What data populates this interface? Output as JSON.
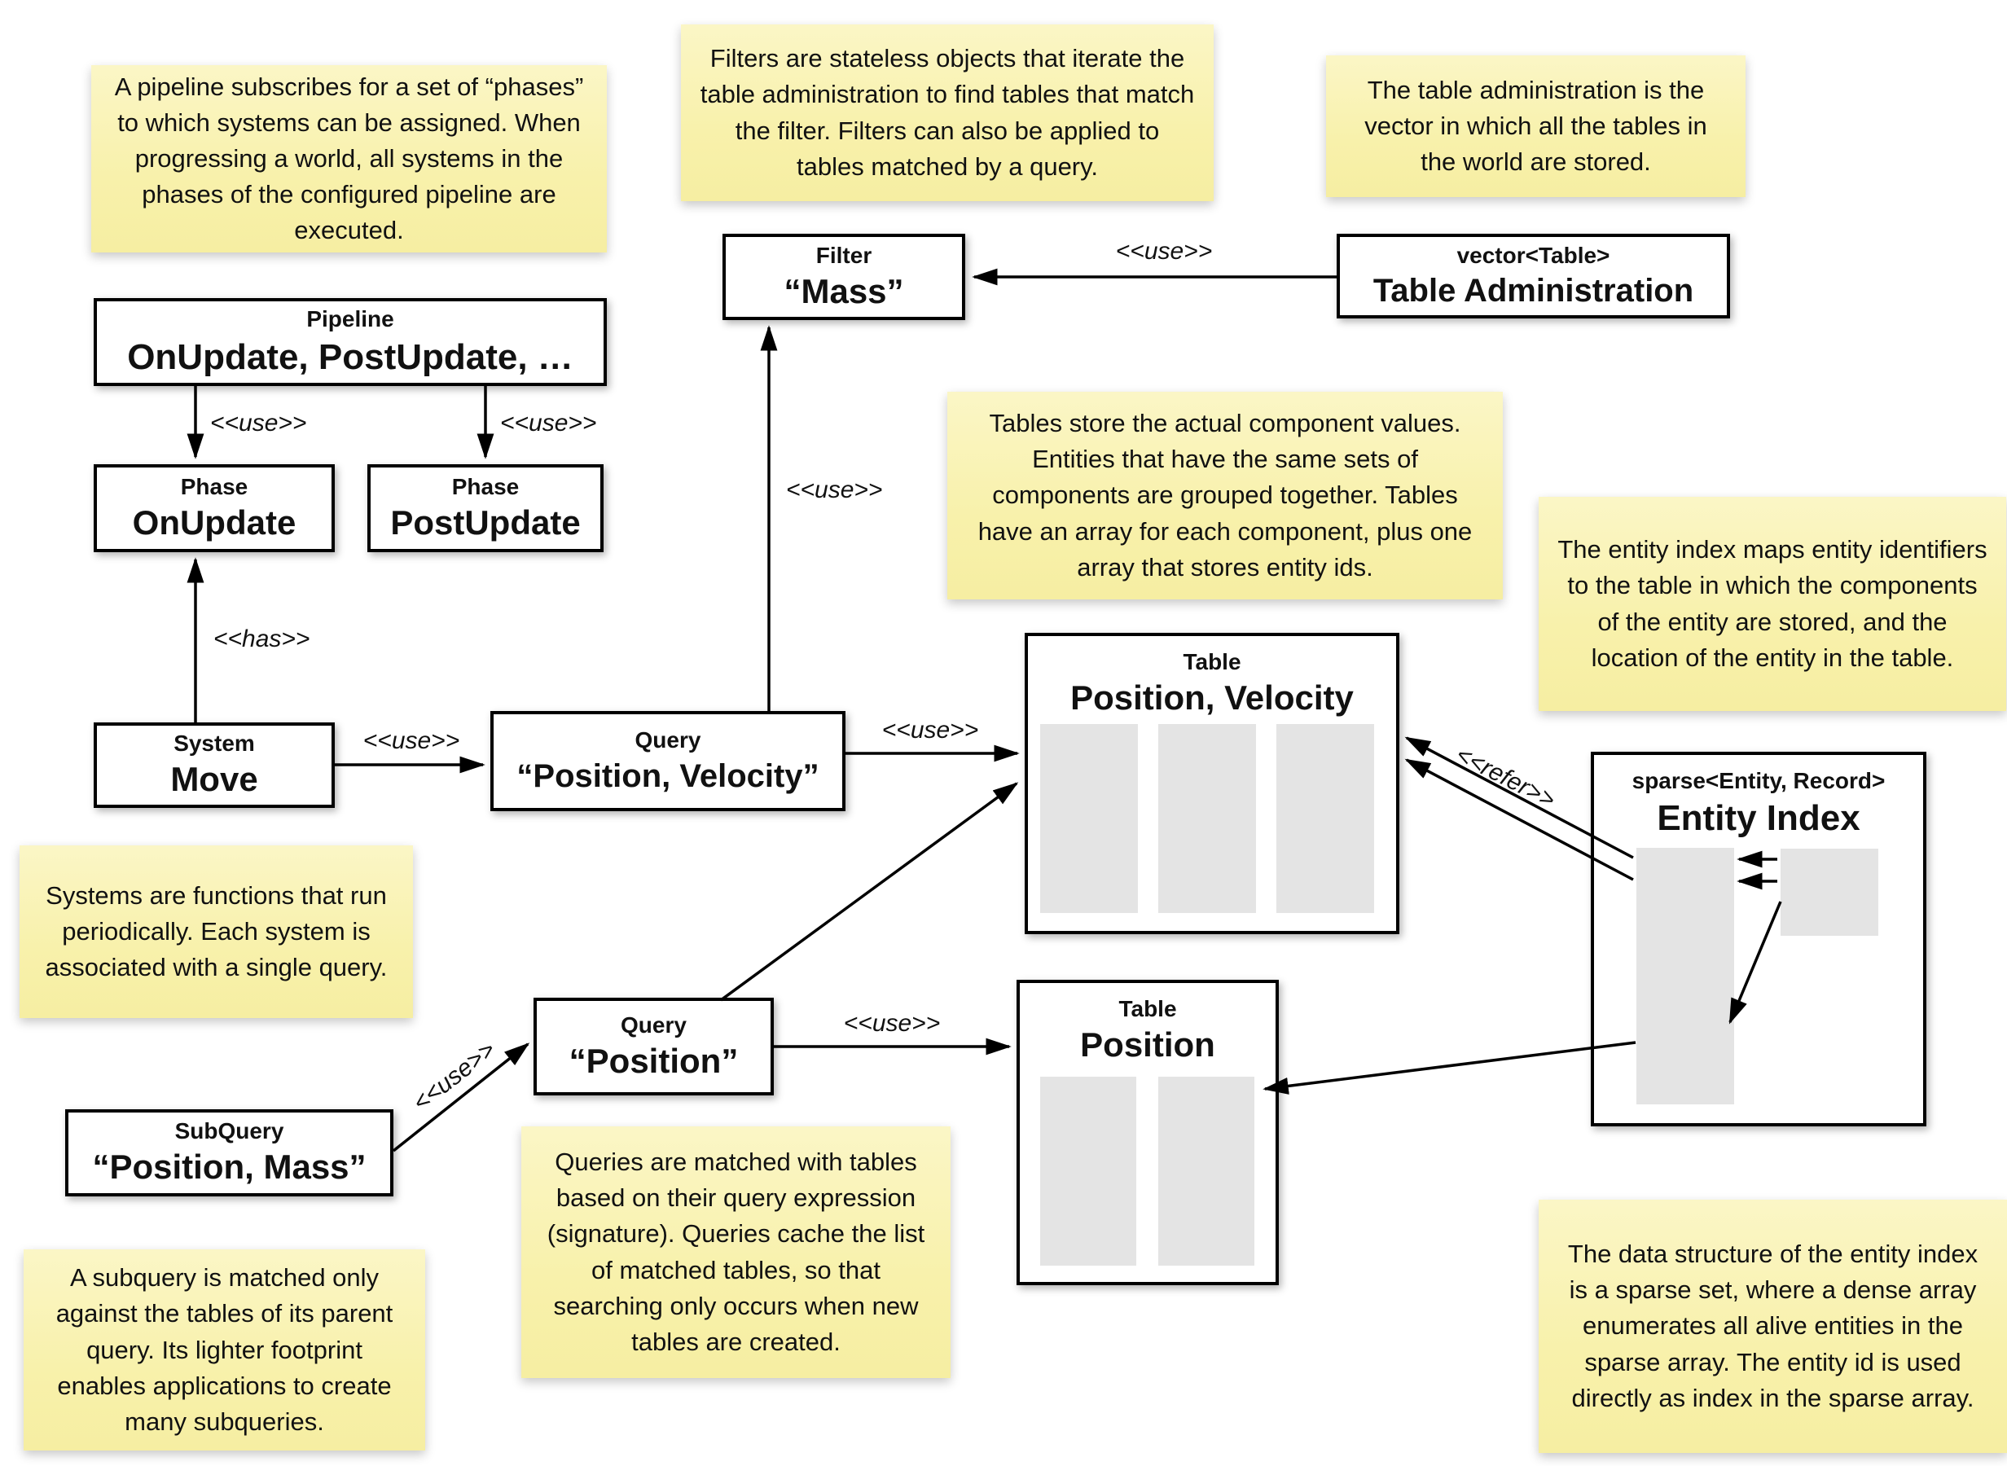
{
  "notes": {
    "pipeline": "A pipeline subscribes for a set of “phases” to which systems can be assigned. When progressing a world, all systems in the phases of the configured pipeline are executed.",
    "filters": "Filters are stateless objects that iterate the table administration to find tables that match the filter. Filters can also be applied to tables matched by a query.",
    "table_admin": "The table administration is the vector in which all the tables in the world are stored.",
    "tables": "Tables store the actual component values. Entities that have the same sets of components are grouped together. Tables have an array for each component, plus one array that stores entity ids.",
    "entity_index": "The entity index maps entity identifiers to the table in which the components of the entity are stored, and the location of the entity in the table.",
    "systems": "Systems are functions that run periodically. Each system is associated with a single query.",
    "queries": "Queries are matched with tables based on their query expression (signature). Queries cache the list of matched tables, so that searching only occurs when new tables are created.",
    "subquery": "A subquery is matched only against the tables of its parent query. Its lighter footprint enables applications to create many subqueries.",
    "entity_index_structure": "The data structure of the entity index is a sparse set, where a dense array enumerates all alive entities in the sparse array. The entity id is used directly as index in the sparse array."
  },
  "boxes": {
    "pipeline": {
      "type": "Pipeline",
      "name": "OnUpdate, PostUpdate, …"
    },
    "phase_onupdate": {
      "type": "Phase",
      "name": "OnUpdate"
    },
    "phase_postupdate": {
      "type": "Phase",
      "name": "PostUpdate"
    },
    "system_move": {
      "type": "System",
      "name": "Move"
    },
    "query_pv": {
      "type": "Query",
      "name": "“Position, Velocity”"
    },
    "query_p": {
      "type": "Query",
      "name": "“Position”"
    },
    "subquery": {
      "type": "SubQuery",
      "name": "“Position, Mass”"
    },
    "filter_mass": {
      "type": "Filter",
      "name": "“Mass”"
    },
    "table_admin": {
      "type": "vector<Table>",
      "name": "Table Administration"
    },
    "table_pv": {
      "type": "Table",
      "name": "Position, Velocity"
    },
    "table_p": {
      "type": "Table",
      "name": "Position"
    },
    "entity_index": {
      "type": "sparse<Entity, Record>",
      "name": "Entity Index"
    }
  },
  "edge_labels": {
    "use": "<<use>>",
    "has": "<<has>>",
    "refer": "<<refer>>"
  },
  "colors": {
    "note_bg": "#f8f1ab",
    "box_border": "#000000",
    "array_fill": "#e4e4e4",
    "background": "#ffffff"
  }
}
